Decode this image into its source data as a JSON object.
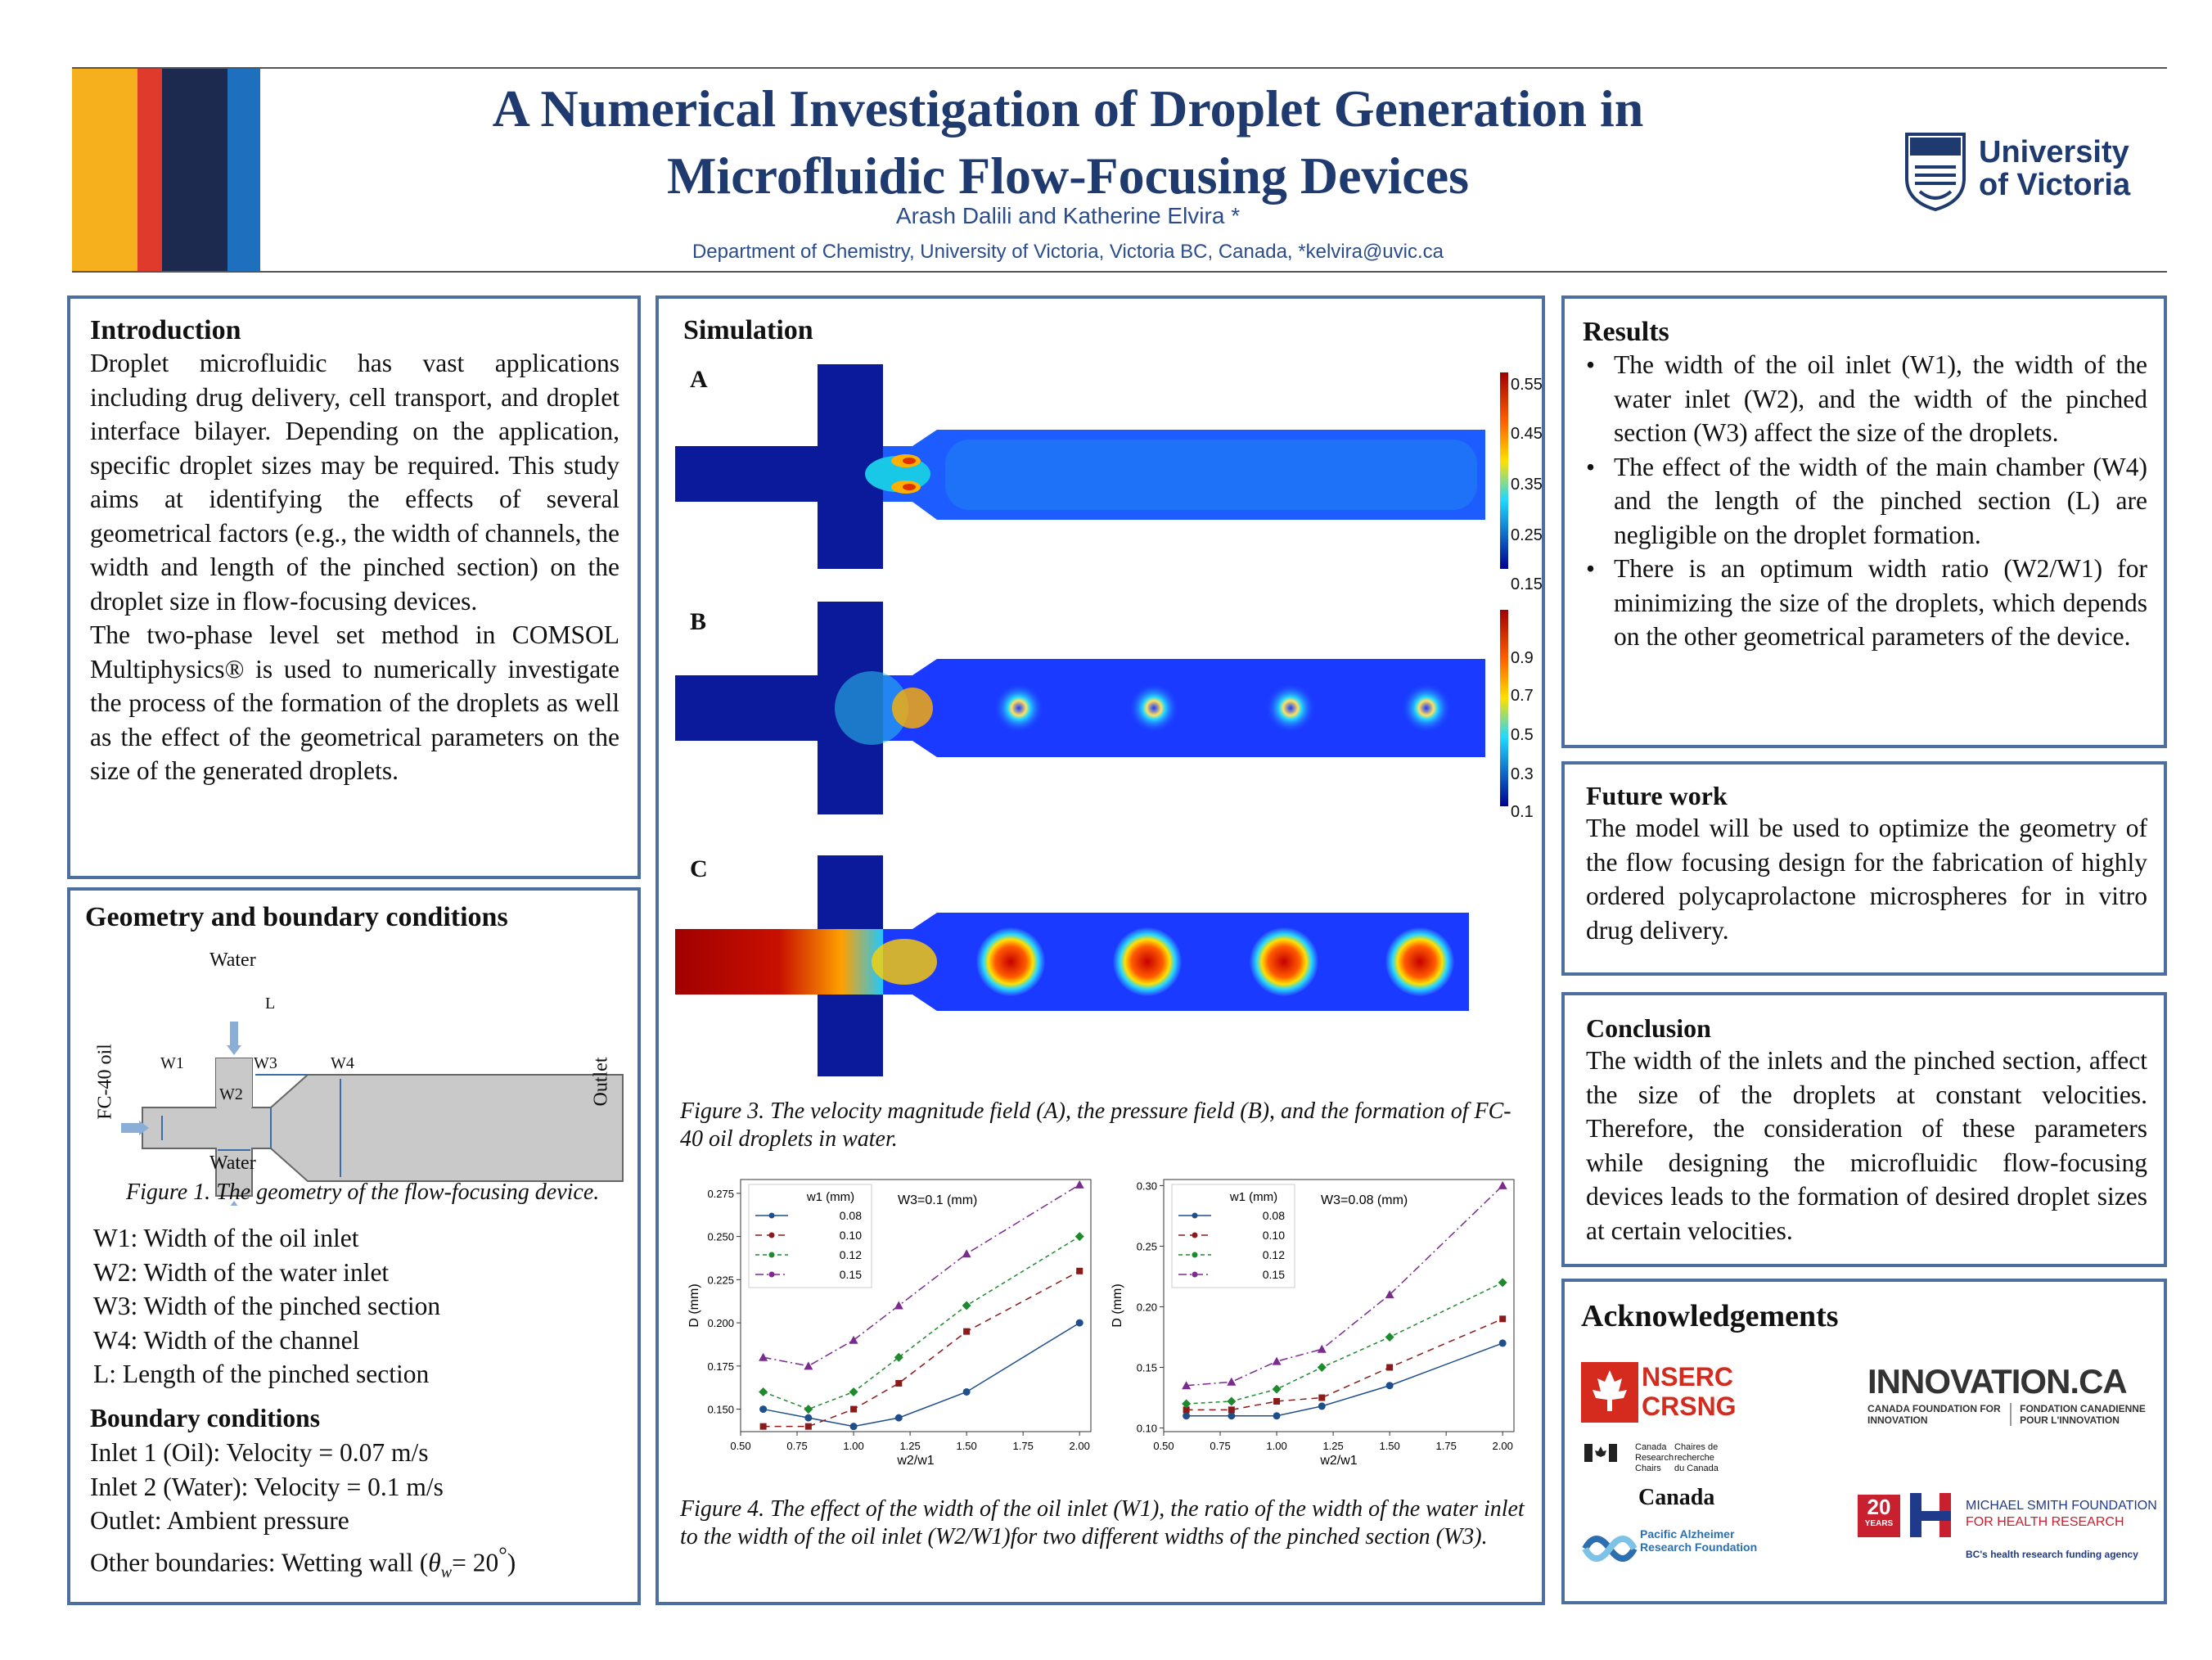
{
  "header": {
    "title_line1": "A Numerical Investigation of Droplet Generation in",
    "title_line2": "Microfluidic Flow-Focusing Devices",
    "authors": "Arash Dalili and Katherine Elvira *",
    "department": "Department of Chemistry, University of Victoria, Victoria BC, Canada, *kelvira@uvic.ca",
    "logo_line1": "University",
    "logo_line2": "of Victoria",
    "stripe_colors": [
      "#f6b01e",
      "#e03a2c",
      "#1b2a4e",
      "#1f6fbf"
    ]
  },
  "introduction": {
    "heading": "Introduction",
    "para1": "Droplet microfluidic has vast applications including drug delivery, cell transport, and droplet interface bilayer. Depending on the application, specific droplet sizes may be required. This study aims at identifying the effects of several geometrical factors (e.g., the width of channels, the width and length of the pinched section) on the droplet size in flow-focusing devices.",
    "para2": "The two-phase level set method in COMSOL Multiphysics® is used to numerically investigate the process of the formation of the droplets as well as the effect of the geometrical parameters on the size of the generated droplets."
  },
  "geometry": {
    "heading": "Geometry and boundary conditions",
    "diagram": {
      "water_top": "Water",
      "water_bottom": "Water",
      "oil": "FC-40 oil",
      "outlet": "Outlet",
      "L": "L",
      "W1": "W1",
      "W2": "W2",
      "W3": "W3",
      "W4": "W4"
    },
    "caption": "Figure 1. The geometry of the flow-focusing device.",
    "definitions": [
      "W1: Width of the oil inlet",
      "W2: Width of the water inlet",
      "W3: Width of the pinched section",
      "W4: Width of the channel",
      "L: Length of the pinched section"
    ],
    "bc_heading": "Boundary conditions",
    "bc": [
      "Inlet 1 (Oil): Velocity = 0.07 m/s",
      "Inlet 2 (Water): Velocity = 0.1 m/s",
      "Outlet: Ambient pressure"
    ],
    "bc_last": "Other boundaries: Wetting wall (",
    "bc_theta": "θ",
    "bc_theta_sub": "w",
    "bc_theta_val": "= 20",
    "bc_deg": "°",
    "bc_close": ")"
  },
  "simulation": {
    "heading": "Simulation",
    "panel_labels": [
      "A",
      "B",
      "C"
    ],
    "colorbar_A": [
      "0.55",
      "0.45",
      "0.35",
      "0.25",
      "0.15"
    ],
    "colorbar_B": [
      "0.9",
      "0.7",
      "0.5",
      "0.3",
      "0.1"
    ],
    "caption3": "Figure 3. The velocity magnitude field (A), the pressure field (B), and the formation of FC-40 oil droplets in water.",
    "caption4": "Figure 4. The effect of the width of the oil inlet (W1), the ratio of the width of the water inlet to the width of the oil inlet (W2/W1)for two different widths of the pinched section (W3)."
  },
  "results": {
    "heading": "Results",
    "items": [
      "The width of the oil inlet (W1), the width of the water inlet (W2), and the width of the pinched section (W3) affect the size of the droplets.",
      "The effect of the width of the main chamber (W4) and the length of the pinched section (L) are negligible on the droplet formation.",
      "There is an optimum width ratio (W2/W1) for minimizing the size of the droplets, which depends on the other geometrical parameters of the device."
    ]
  },
  "future": {
    "heading": "Future work",
    "text": "The model will be used to optimize the geometry of the flow focusing design for the fabrication of highly ordered polycaprolactone microspheres for in vitro drug delivery."
  },
  "conclusion": {
    "heading": "Conclusion",
    "text": "The width of the inlets and the pinched section, affect the size of the droplets at constant velocities. Therefore, the consideration of these parameters while designing the microfluidic flow-focusing devices leads to the formation of desired droplet sizes at certain velocities."
  },
  "acknowledgements": {
    "heading": "Acknowledgements",
    "nserc1": "NSERC",
    "nserc2": "CRSNG",
    "crc_en": "Canada Research Chairs",
    "crc_fr": "Chaires de recherche du Canada",
    "canada": "Canada",
    "pacific": "Pacific Alzheimer Research Foundation",
    "innovation": "INNOVATION.CA",
    "cfi_en": "CANADA FOUNDATION FOR INNOVATION",
    "cfi_fr": "FONDATION CANADIENNE POUR L'INNOVATION",
    "msfhr_years_num": "20",
    "msfhr_years": "YEARS",
    "msfhr1": "MICHAEL SMITH FOUNDATION",
    "msfhr2": "FOR HEALTH RESEARCH",
    "msfhr3": "BC's health research funding agency"
  },
  "chart_data": [
    {
      "type": "line",
      "title": "W3=0.1 (mm)",
      "xlabel": "w2/w1",
      "ylabel": "D (mm)",
      "x": [
        0.6,
        0.8,
        1.0,
        1.2,
        1.5,
        2.0
      ],
      "xticks": [
        "0.50",
        "0.75",
        "1.00",
        "1.25",
        "1.50",
        "1.75",
        "2.00"
      ],
      "yticks": [
        "0.150",
        "0.175",
        "0.200",
        "0.225",
        "0.250",
        "0.275"
      ],
      "xlim": [
        0.5,
        2.05
      ],
      "ylim": [
        0.137,
        0.283
      ],
      "legend_title": "w1 (mm)",
      "series": [
        {
          "name": "0.08",
          "color": "#1f4e8c",
          "values": [
            0.15,
            0.145,
            0.14,
            0.145,
            0.16,
            0.2
          ]
        },
        {
          "name": "0.10",
          "color": "#8b1a1a",
          "values": [
            0.14,
            0.14,
            0.15,
            0.165,
            0.195,
            0.23
          ]
        },
        {
          "name": "0.12",
          "color": "#1e8a2e",
          "values": [
            0.16,
            0.15,
            0.16,
            0.18,
            0.21,
            0.25
          ]
        },
        {
          "name": "0.15",
          "color": "#7b2a8e",
          "values": [
            0.18,
            0.175,
            0.19,
            0.21,
            0.24,
            0.28
          ]
        }
      ]
    },
    {
      "type": "line",
      "title": "W3=0.08 (mm)",
      "xlabel": "w2/w1",
      "ylabel": "D (mm)",
      "x": [
        0.6,
        0.8,
        1.0,
        1.2,
        1.5,
        2.0
      ],
      "xticks": [
        "0.50",
        "0.75",
        "1.00",
        "1.25",
        "1.50",
        "1.75",
        "2.00"
      ],
      "yticks": [
        "0.10",
        "0.15",
        "0.20",
        "0.25",
        "0.30"
      ],
      "xlim": [
        0.5,
        2.05
      ],
      "ylim": [
        0.097,
        0.305
      ],
      "legend_title": "w1 (mm)",
      "series": [
        {
          "name": "0.08",
          "color": "#1f4e8c",
          "values": [
            0.11,
            0.11,
            0.11,
            0.118,
            0.135,
            0.17
          ]
        },
        {
          "name": "0.10",
          "color": "#8b1a1a",
          "values": [
            0.115,
            0.115,
            0.122,
            0.125,
            0.15,
            0.19
          ]
        },
        {
          "name": "0.12",
          "color": "#1e8a2e",
          "values": [
            0.12,
            0.122,
            0.132,
            0.15,
            0.175,
            0.22
          ]
        },
        {
          "name": "0.15",
          "color": "#7b2a8e",
          "values": [
            0.135,
            0.138,
            0.155,
            0.165,
            0.21,
            0.3
          ]
        }
      ]
    }
  ]
}
